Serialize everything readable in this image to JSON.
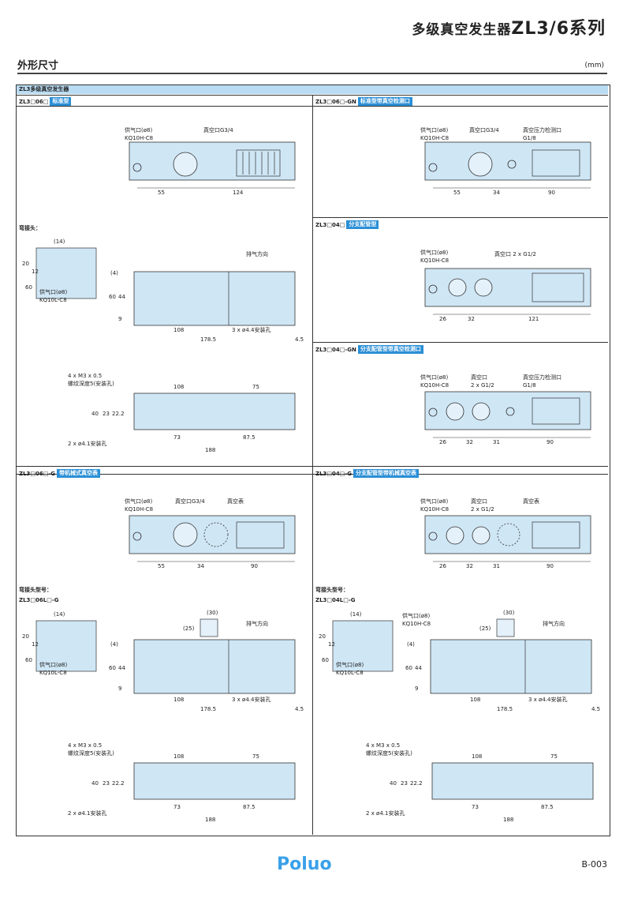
{
  "header": {
    "title_cn": "多级真空发生器",
    "title_model": "ZL3/6系列"
  },
  "section": {
    "label": "外形尺寸",
    "unit": "(mm)"
  },
  "frame_title": "ZL3多级真空发生器",
  "panels": {
    "p1": {
      "code": "ZL3□06□",
      "tag": "标准型",
      "supply": "供气口(ø8)",
      "fitting": "KQ10H-C8",
      "vac": "真空口G3/4",
      "d1": "55",
      "d2": "124"
    },
    "p2": {
      "code": "ZL3□06□-GN",
      "tag": "标准型带真空检测口",
      "supply": "供气口(ø8)",
      "fitting": "KQ10H-C8",
      "vac": "真空口G3/4",
      "sense": "真空压力检测口",
      "sense_size": "G1/8",
      "d1": "55",
      "d2": "34",
      "d3": "90"
    },
    "p3": {
      "code": "ZL3□04□",
      "tag": "分支配管型",
      "supply": "供气口(ø8)",
      "fitting": "KQ10H-C8",
      "vac": "真空口 2 x G1/2",
      "d1": "26",
      "d2": "32",
      "d3": "121"
    },
    "p4": {
      "code": "ZL3□04□-GN",
      "tag": "分支配管型带真空检测口",
      "supply": "供气口(ø8)",
      "fitting": "KQ10H-C8",
      "vac": "真空口",
      "vac2": "2 x G1/2",
      "sense": "真空压力检测口",
      "sense_size": "G1/8",
      "d1": "26",
      "d2": "32",
      "d3": "31",
      "d4": "90"
    },
    "p5": {
      "code": "ZL3□06□-G",
      "tag": "带机械式真空表",
      "supply": "供气口(ø8)",
      "fitting": "KQ10H-C8",
      "vac": "真空口G3/4",
      "gauge": "真空表",
      "d1": "55",
      "d2": "34",
      "d3": "90"
    },
    "p6": {
      "code": "ZL3□04□-G",
      "tag": "分支配管型带机械真空表",
      "supply": "供气口(ø8)",
      "fitting": "KQ10H-C8",
      "vac": "真空口",
      "vac2": "2 x G1/2",
      "gauge": "真空表",
      "d1": "26",
      "d2": "32",
      "d3": "31",
      "d4": "90"
    }
  },
  "elbow": {
    "label": "弯接头：",
    "label2": "弯接头型号：",
    "model_l": "ZL3□06L□-G",
    "model_r": "ZL3□04L□-G",
    "d14": "(14)",
    "d20": "20",
    "d12": "12",
    "d60": "60",
    "supply": "供气口(ø8)",
    "fitting": "KQ10L-C8",
    "fitting_h": "KQ10H-C8"
  },
  "side": {
    "exhaust": "排气方向",
    "d4": "(4)",
    "d60": "60",
    "d44": "44",
    "d9": "9",
    "d108": "108",
    "holes": "3 x ø4.4安装孔",
    "d178": "178.5",
    "d45": "4.5",
    "d30": "(30)",
    "d25": "(25)"
  },
  "bottom": {
    "thread": "4 x M3 x 0.5",
    "depth": "螺纹深度5(安装孔)",
    "d108": "108",
    "d75": "75",
    "d40": "40",
    "d23": "23",
    "d22": "22.2",
    "d73": "73",
    "d875": "87.5",
    "holes": "2 x ø4.1安装孔",
    "d188": "188"
  },
  "footer": {
    "logo": "Poluo",
    "page": "B-003"
  },
  "colors": {
    "body": "#cfe6f5",
    "accent": "#2a8fd6",
    "header_band": "#b9dcf2"
  }
}
